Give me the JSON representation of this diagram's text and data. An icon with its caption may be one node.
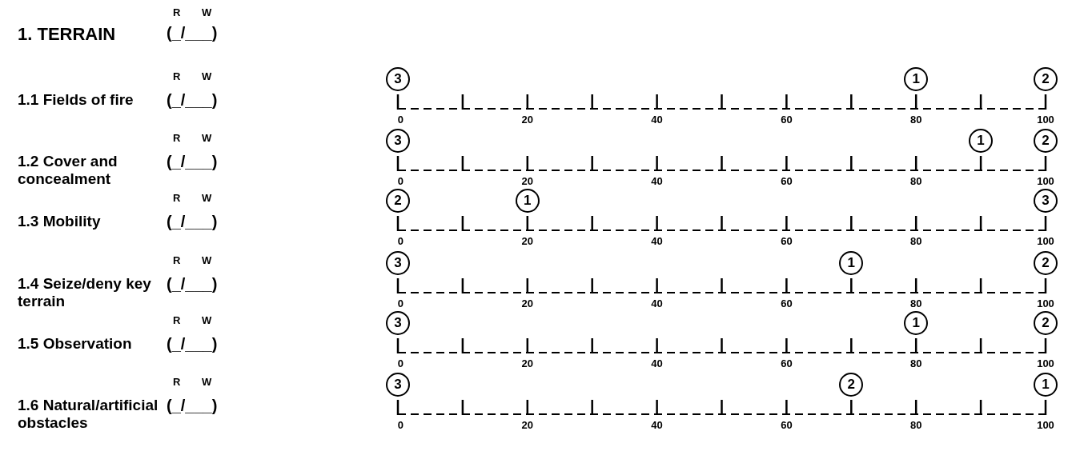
{
  "diagram": {
    "title": "1. TERRAIN",
    "nodes": [
      {
        "text": [
          "3"
        ]
      },
      {
        "text": [
          "1"
        ]
      },
      {
        "text": [
          "2"
        ]
      },
      {
        "text": [
          "3"
        ]
      },
      {
        "text": [
          "1"
        ]
      },
      {
        "text": [
          "2"
        ]
      },
      {
        "text": [
          "2"
        ]
      },
      {
        "text": [
          "1"
        ]
      },
      {
        "text": [
          "3"
        ]
      },
      {
        "text": [
          "3"
        ]
      },
      {
        "text": [
          "1"
        ]
      },
      {
        "text": [
          "2"
        ]
      },
      {
        "text": [
          "3"
        ]
      },
      {
        "text": [
          "1"
        ]
      },
      {
        "text": [
          "2"
        ]
      },
      {
        "text": [
          "3"
        ]
      },
      {
        "text": [
          "2"
        ]
      },
      {
        "text": [
          "1"
        ]
      }
    ],
    "labels": [
      "R",
      "W",
      "(_/___)",
      "1.1 Fields of fire",
      "R",
      "W",
      "(_/___)",
      "0",
      "20",
      "40",
      "60",
      "80",
      "100",
      "1.2 Cover and concealment",
      "R",
      "W",
      "(_/___)",
      "0",
      "20",
      "40",
      "60",
      "80",
      "100",
      "1.3 Mobility",
      "R",
      "W",
      "(_/___)",
      "0",
      "20",
      "40",
      "60",
      "80",
      "100",
      "1.4 Seize/deny key terrain",
      "R",
      "W",
      "(_/___)",
      "0",
      "20",
      "40",
      "60",
      "80",
      "100",
      "1.5 Observation",
      "R",
      "W",
      "(_/___)",
      "0",
      "20",
      "40",
      "60",
      "80",
      "100",
      "1.6 Natural/artificial obstacles",
      "R",
      "W",
      "(_/___)",
      "0",
      "20",
      "40",
      "60",
      "80",
      "100"
    ]
  }
}
